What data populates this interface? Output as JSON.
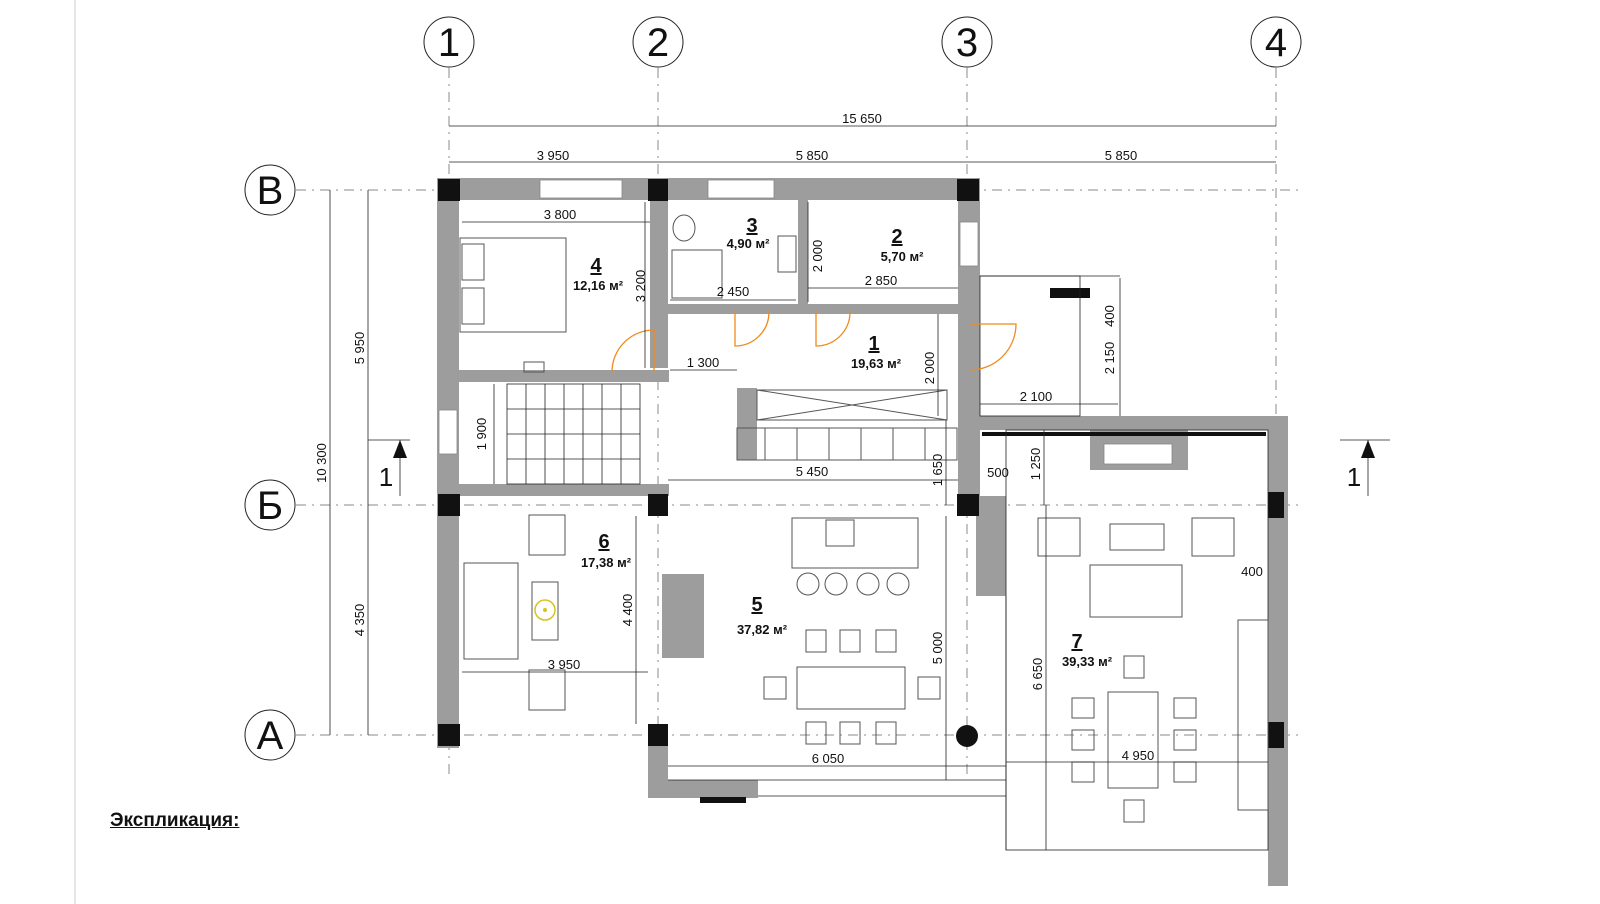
{
  "axes": {
    "columns": [
      "1",
      "2",
      "3",
      "4"
    ],
    "rows": [
      "В",
      "Б",
      "А"
    ]
  },
  "dimensions": {
    "total_width": "15 650",
    "span_1_2": "3 950",
    "span_2_3": "5 850",
    "span_3_4": "5 850",
    "total_height": "10 300",
    "span_v_b": "5 950",
    "span_b_a": "4 350",
    "d_3800": "3 800",
    "d_3200": "3 200",
    "d_2450": "2 450",
    "d_2000a": "2 000",
    "d_2850": "2 850",
    "d_1300": "1 300",
    "d_2000b": "2 000",
    "d_400a": "400",
    "d_2150": "2 150",
    "d_2100": "2 100",
    "d_1900": "1 900",
    "d_5450": "5 450",
    "d_1650": "1 650",
    "d_500": "500",
    "d_1250": "1 250",
    "d_4400": "4 400",
    "d_3950b": "3 950",
    "d_5000": "5 000",
    "d_400b": "400",
    "d_6650": "6 650",
    "d_6050": "6 050",
    "d_4950": "4 950"
  },
  "rooms": [
    {
      "num": "1",
      "area": "19,63 м²"
    },
    {
      "num": "2",
      "area": "5,70 м²"
    },
    {
      "num": "3",
      "area": "4,90 м²"
    },
    {
      "num": "4",
      "area": "12,16 м²"
    },
    {
      "num": "5",
      "area": "37,82 м²"
    },
    {
      "num": "6",
      "area": "17,38 м²"
    },
    {
      "num": "7",
      "area": "39,33 м²"
    }
  ],
  "section": {
    "label": "1"
  },
  "legend": {
    "title": "Экспликация:"
  },
  "colors": {
    "wall": "#9d9d9d",
    "column": "#111111",
    "door": "#f08a1c"
  }
}
